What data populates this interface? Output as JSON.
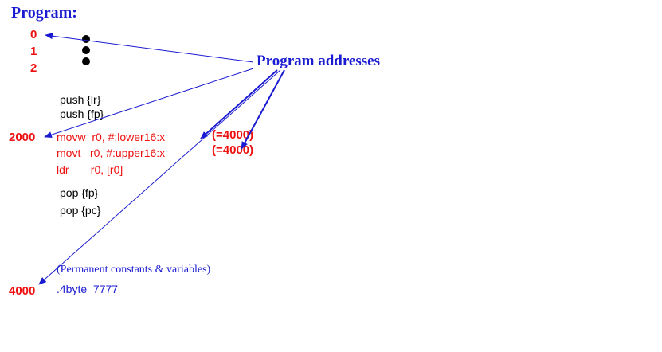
{
  "title": "Program:",
  "addresses": {
    "a0": "0",
    "a1": "1",
    "a2": "2",
    "a2000": "2000",
    "a4000": "4000"
  },
  "prologue": [
    "push {lr}",
    "push {fp}"
  ],
  "body": [
    "movw  r0, #:lower16:x",
    "movt   r0, #:upper16:x",
    "ldr       r0, [r0]"
  ],
  "annotations": [
    "(=4000)",
    "(=4000)"
  ],
  "epilogue": [
    "pop {fp}",
    "pop {pc}"
  ],
  "constants_caption": "(Permanent constants & variables)",
  "constant_line": ".4byte  7777",
  "label": "Program addresses",
  "colors": {
    "blue": "#1a1ad0",
    "red": "#ee1111",
    "black": "#000000"
  }
}
